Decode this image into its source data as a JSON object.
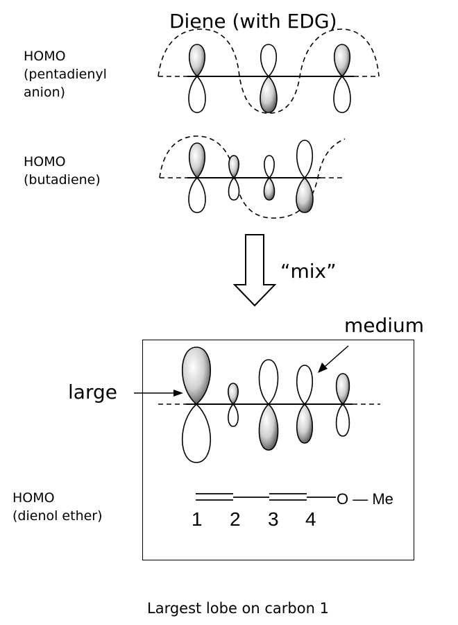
{
  "title": "Diene (with EDG)",
  "homo_pentadienyl": {
    "line1": "HOMO",
    "line2": "(pentadienyl",
    "line3": "anion)"
  },
  "homo_butadiene": {
    "line1": "HOMO",
    "line2": "(butadiene)"
  },
  "homo_dienol_ether": {
    "line1": "HOMO",
    "line2": "(dienol ether)"
  },
  "mix_label": "“mix”",
  "large_label": "large",
  "medium_label": "medium",
  "carbons": [
    "1",
    "2",
    "3",
    "4"
  ],
  "oxygen_methyl": "O — Me",
  "caption": "Largest lobe on carbon 1"
}
